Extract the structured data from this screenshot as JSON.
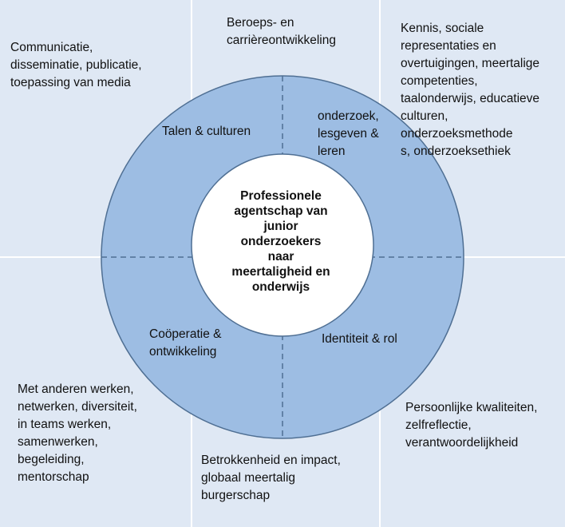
{
  "colors": {
    "quadrant_fill": "#dfe8f4",
    "ring_fill": "#9dbde3",
    "ring_stroke": "#4f6f93",
    "grid_line": "#ffffff",
    "center_fill": "#ffffff"
  },
  "center_text": "Professionele\nagentschap van\njunior\nonderzoekers\nnaar\nmeertaligheid en\nonderwijs",
  "ring_labels": {
    "top_left": "Talen & culturen",
    "top_right": "onderzoek,\nlesgeven  &\nleren",
    "bottom_left": "Coöperatie  &\nontwikkeling",
    "bottom_right": "Identiteit & rol"
  },
  "outer_labels": {
    "top_left": "Communicatie,\ndisseminatie, publicatie,\ntoepassing van media",
    "top_center": "Beroeps- en\ncarrièreontwikkeling",
    "top_right": "Kennis, sociale\nrepresentaties en\novertuigingen, meertalige\ncompetenties,\ntaalonderwijs, educatieve\n    culturen,\n    onderzoeksmethode\n    s, onderzoeksethiek",
    "bottom_left": "Met anderen werken,\nnetwerken, diversiteit,\nin teams werken,\nsamenwerken,\nbegeleiding,\nmentorschap",
    "bottom_center": "Betrokkenheid en impact,\nglobaal meertalig\nburgerschap",
    "bottom_right": "Persoonlijke kwaliteiten,\nzelfreflectie,\nverantwoordelijkheid"
  }
}
